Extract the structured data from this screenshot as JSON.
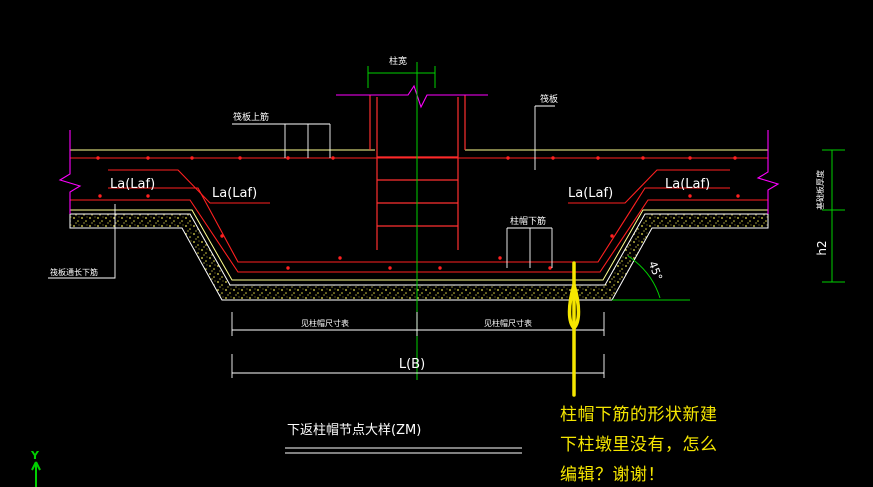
{
  "labels": {
    "column_width": "柱宽",
    "slab_top_rebar": "筏板上筋",
    "slab": "筏板",
    "anchor_left_1": "La(Laf)",
    "anchor_left_2": "La(Laf)",
    "anchor_right_1": "La(Laf)",
    "anchor_right_2": "La(Laf)",
    "cap_bottom_rebar": "柱帽下筋",
    "slab_bottom_rebar": "筏板通长下筋",
    "slab_thickness": "基础板厚度",
    "h2": "h2",
    "angle": "45°",
    "cap_dim_left": "见柱帽尺寸表",
    "cap_dim_right": "见柱帽尺寸表",
    "total_dim": "L(B)",
    "title": "下返柱帽节点大样(ZM)",
    "axis_y": "Y"
  },
  "note": {
    "line1": "柱帽下筋的形状新建",
    "line2": "下柱墩里没有，怎么",
    "line3": "编辑？谢谢！"
  },
  "colors": {
    "background": "#000000",
    "rebar": "#ff2020",
    "concrete": "#ffff80",
    "dimension": "#ffffff",
    "column_line": "#ff3030",
    "center_line": "#00d000",
    "break_mark": "#ff00ff",
    "annotation": "#f5e600"
  }
}
